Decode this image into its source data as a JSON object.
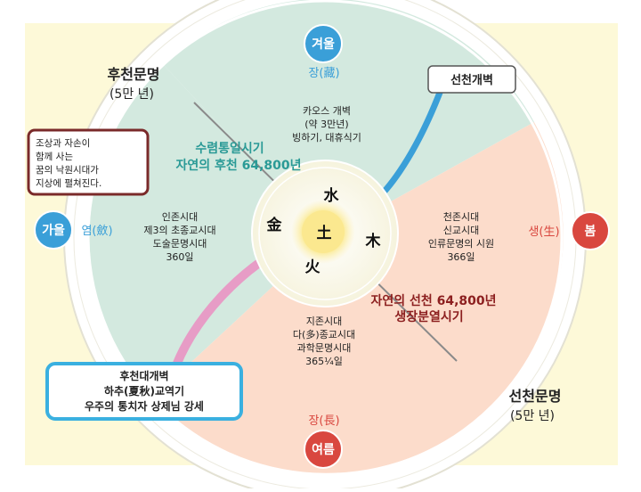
{
  "seasons": {
    "winter": "겨울",
    "spring": "봄",
    "summer": "여름",
    "autumn": "가을"
  },
  "cycle_labels": {
    "jang_top": "장(藏)",
    "saeng_right": "생(生)",
    "jang_bottom": "장(長)",
    "yeom_left": "염(斂)"
  },
  "civilizations": {
    "later": {
      "line1": "후천문명",
      "line2": "(5만 년)"
    },
    "earlier": {
      "line1": "선천문명",
      "line2": "(5만 년)"
    }
  },
  "opening_label": "선천개벽",
  "note_box": {
    "line1": "조상과 자손이",
    "line2": "함께 사는",
    "line3": "꿈의 낙원시대가",
    "line4": "지상에 펼쳐진다."
  },
  "chaos": {
    "line1": "카오스 개벽",
    "line2": "(약 3만년)",
    "line3": "빙하기, 대휴식기"
  },
  "later_period": {
    "line1": "수렴통일시기",
    "line2": "자연의 후천 64,800년"
  },
  "earlier_period": {
    "line1": "자연의 선천 64,800년",
    "line2": "생장분열시기"
  },
  "left_era": {
    "line1": "인존시대",
    "line2": "제3의 초종교시대",
    "line3": "도술문명시대",
    "line4": "360일"
  },
  "right_era": {
    "line1": "천존시대",
    "line2": "신교시대",
    "line3": "인류문명의 시원",
    "line4": "366일"
  },
  "bottom_era": {
    "line1": "지존시대",
    "line2": "다(多)종교시대",
    "line3": "과학문명시대",
    "line4": "365¼일"
  },
  "elements": {
    "water": "水",
    "wood": "木",
    "fire": "火",
    "metal": "金",
    "earth": "土"
  },
  "opening_box": {
    "line1": "후천대개벽",
    "line2": "하추(夏秋)교역기",
    "line3": "우주의 통치자 상제님 강세"
  },
  "colors": {
    "background": "#fdf9d8",
    "later_fill": "#d3e9df",
    "earlier_fill": "#fcdccb",
    "outer_ring": "#e3e1d3",
    "blue": "#3a9fd8",
    "red": "#d9473f",
    "pink": "#e79cc6",
    "note_border": "#7a2a2a"
  }
}
